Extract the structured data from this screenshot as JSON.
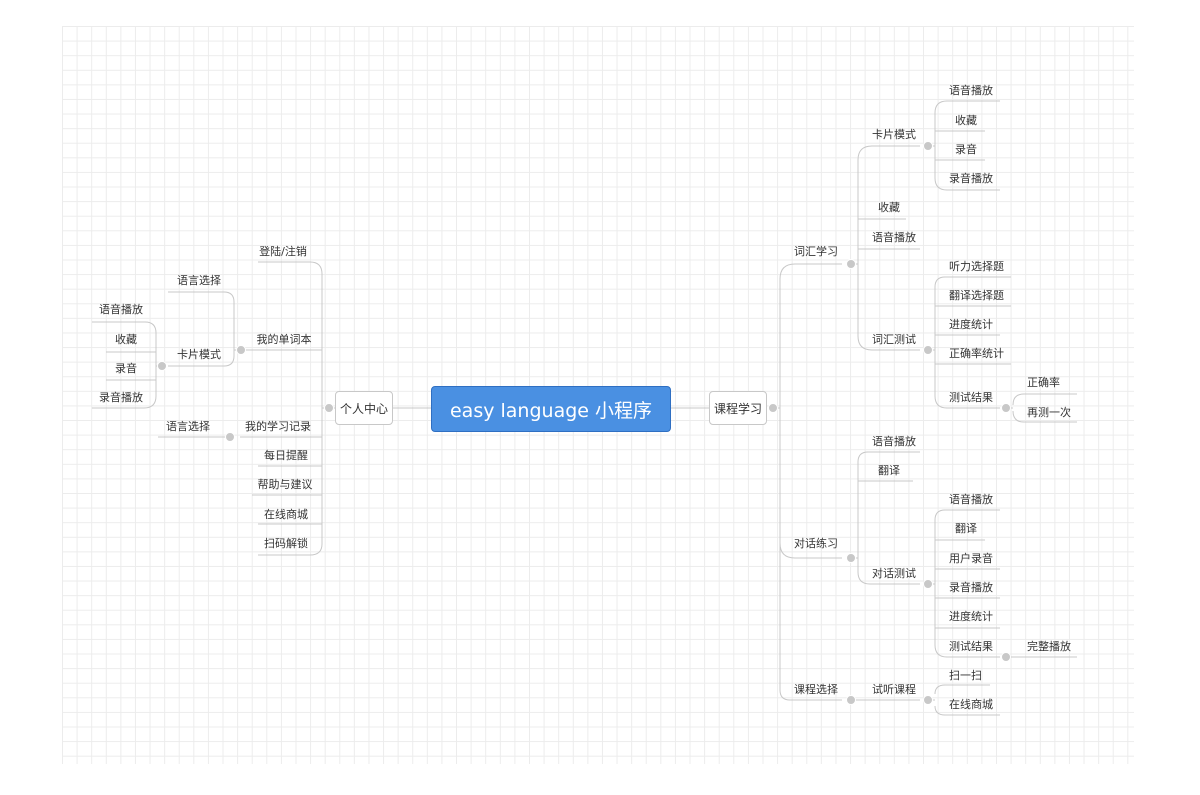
{
  "root": "easy language 小程序",
  "left_main": "个人中心",
  "right_main": "课程学习",
  "left": {
    "login": "登陆/注销",
    "wordbook": "我的单词本",
    "wordbook_lang": "语言选择",
    "wordbook_card": "卡片模式",
    "card_items": [
      "语音播放",
      "收藏",
      "录音",
      "录音播放"
    ],
    "record": "我的学习记录",
    "record_lang": "语言选择",
    "reminder": "每日提醒",
    "help": "帮助与建议",
    "shop": "在线商城",
    "scan": "扫码解锁"
  },
  "right": {
    "vocab": "词汇学习",
    "vocab_card": "卡片模式",
    "vocab_card_items": [
      "语音播放",
      "收藏",
      "录音",
      "录音播放"
    ],
    "vocab_fav": "收藏",
    "vocab_play": "语音播放",
    "vocab_test": "词汇测试",
    "vocab_test_items": [
      "听力选择题",
      "翻译选择题",
      "进度统计",
      "正确率统计",
      "测试结果"
    ],
    "vocab_result_items": [
      "正确率",
      "再测一次"
    ],
    "dialog": "对话练习",
    "dialog_play": "语音播放",
    "dialog_translate": "翻译",
    "dialog_test": "对话测试",
    "dialog_test_items": [
      "语音播放",
      "翻译",
      "用户录音",
      "录音播放",
      "进度统计",
      "测试结果"
    ],
    "dialog_result_item": "完整播放",
    "course": "课程选择",
    "trial": "试听课程",
    "trial_items": [
      "扫一扫",
      "在线商城"
    ]
  },
  "colors": {
    "root_fill": "#4a90e2",
    "line": "#c8c8c8",
    "grid": "#ececec",
    "text": "#333333"
  }
}
